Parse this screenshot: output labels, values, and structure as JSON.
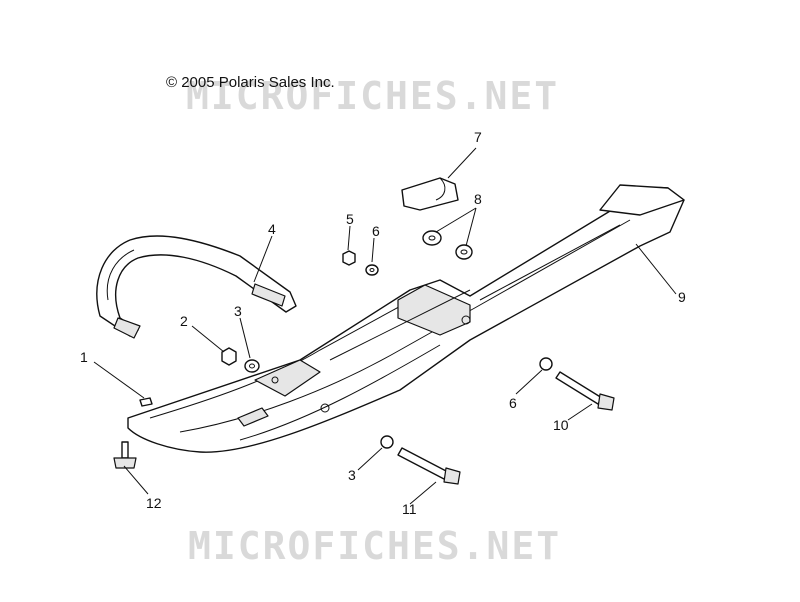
{
  "copyright": "© 2005 Polaris Sales Inc.",
  "watermark": "MICROFICHES.NET",
  "callouts": {
    "c1": "1",
    "c2": "2",
    "c3a": "3",
    "c3b": "3",
    "c4": "4",
    "c5": "5",
    "c6a": "6",
    "c6b": "6",
    "c7": "7",
    "c8": "8",
    "c9": "9",
    "c10": "10",
    "c11": "11",
    "c12": "12"
  }
}
